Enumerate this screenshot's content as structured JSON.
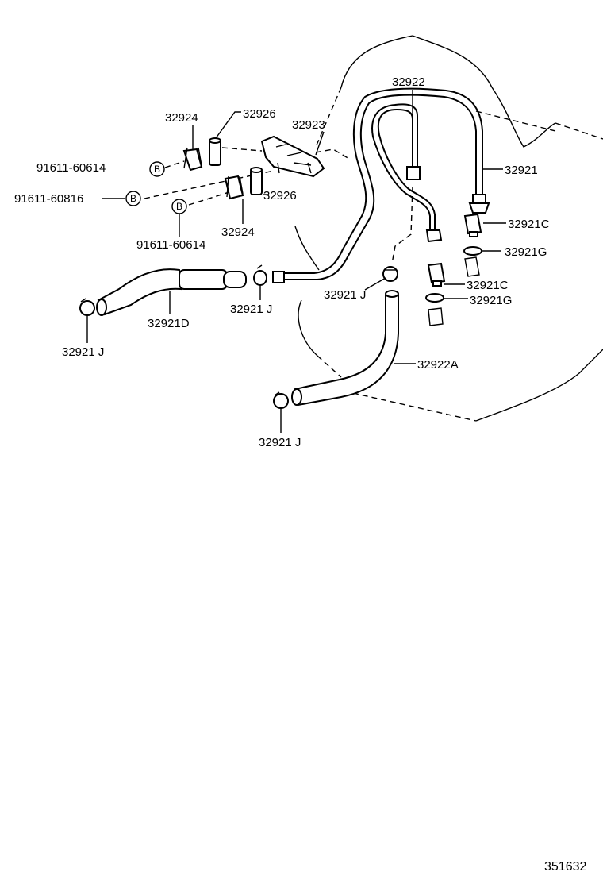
{
  "labels": {
    "l32922": "32922",
    "l32924a": "32924",
    "l32926a": "32926",
    "l32923": "32923",
    "l91611_60614a": "91611-60614",
    "l32921": "32921",
    "l91611_60816": "91611-60816",
    "l32926b": "32926",
    "l32924b": "32924",
    "l32921C_a": "32921C",
    "l91611_60614b": "91611-60614",
    "l32921G_a": "32921G",
    "l32921J_a": "32921 J",
    "l32921C_b": "32921C",
    "l32921G_b": "32921G",
    "l32921J_b": "32921 J",
    "l32921D": "32921D",
    "l32921J_c": "32921 J",
    "l32922A": "32922A",
    "l32921J_d": "32921 J"
  },
  "bolt_marker": "B",
  "diagram_code": "351632"
}
